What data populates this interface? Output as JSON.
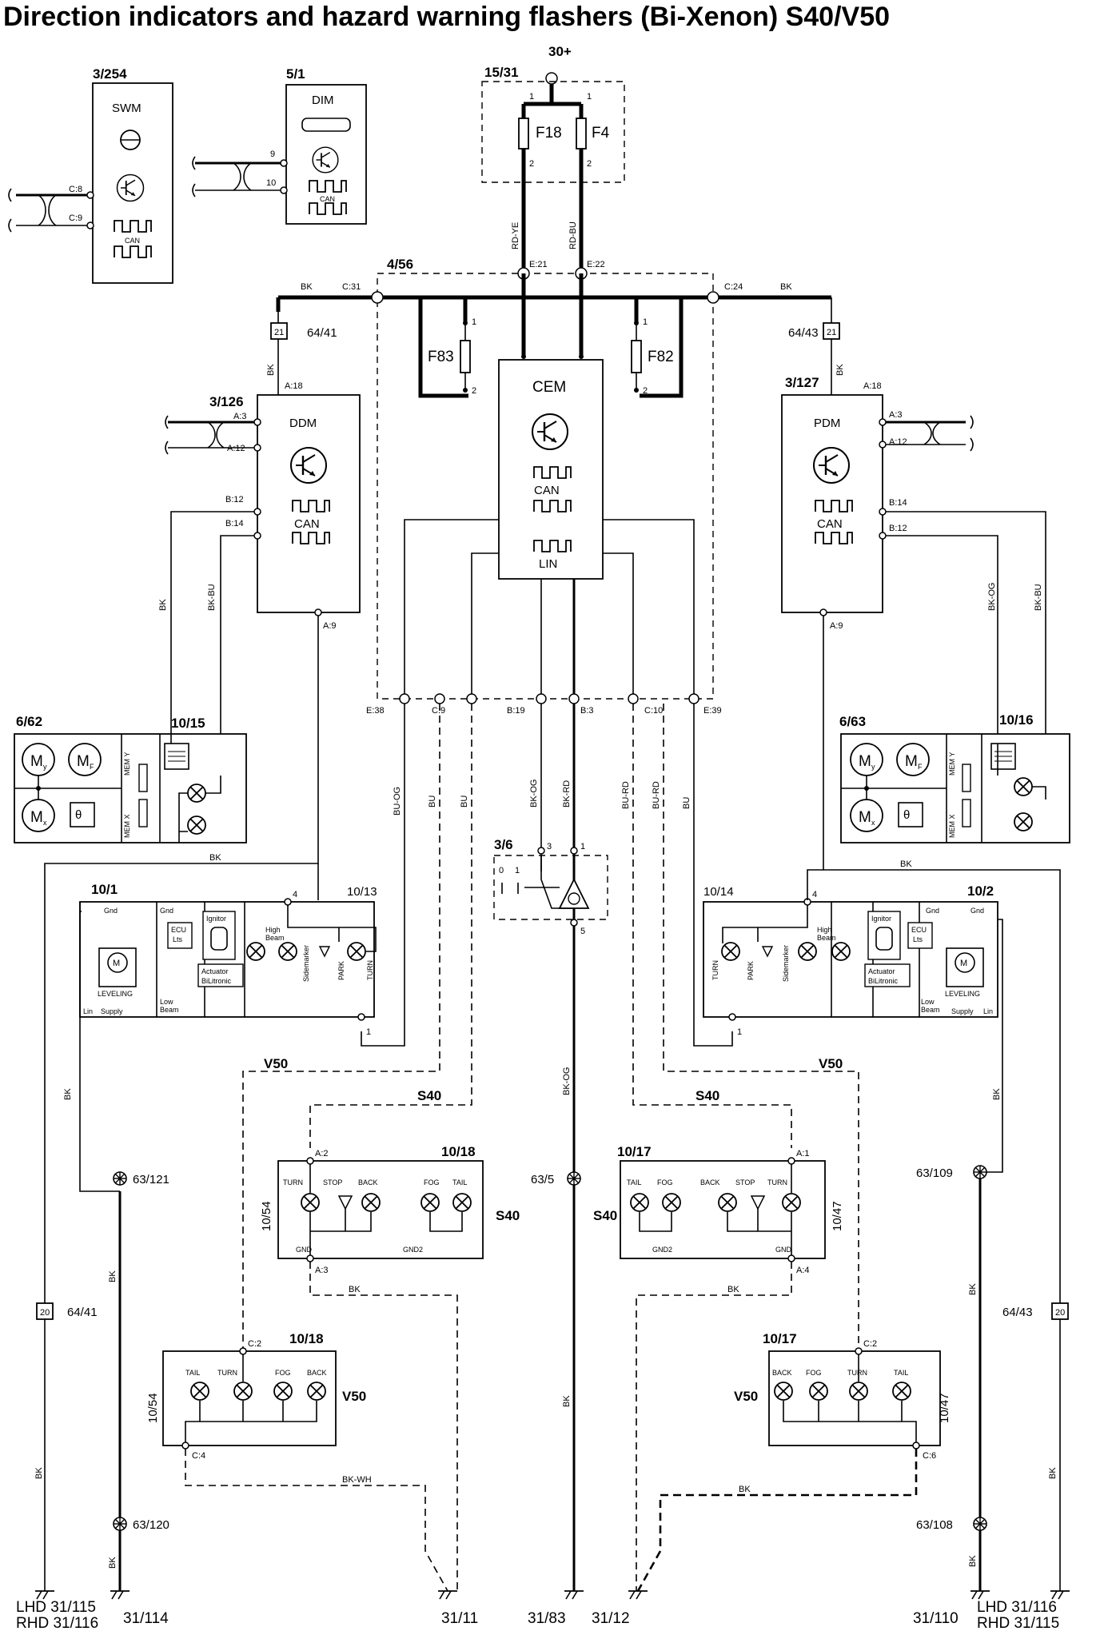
{
  "title": "Direction indicators and hazard warning flashers (Bi-Xenon) S40/V50",
  "supply": {
    "label": "30+",
    "fusebox_id": "15/31",
    "fuse_a": "F18",
    "fuse_b": "F4",
    "pin1": "1",
    "pin2": "2",
    "wire_left": "RD-YE",
    "wire_right": "RD-BU"
  },
  "swm": {
    "id": "3/254",
    "name": "SWM",
    "pin_c8": "C:8",
    "pin_c9": "C:9",
    "can": "CAN"
  },
  "dim": {
    "id": "5/1",
    "name": "DIM",
    "pin9": "9",
    "pin10": "10",
    "can": "CAN"
  },
  "cem": {
    "box_id": "4/56",
    "name": "CEM",
    "can": "CAN",
    "lin": "LIN",
    "pins": {
      "c31": "C:31",
      "c24": "C:24",
      "e21": "E:21",
      "e22": "E:22",
      "e38": "E:38",
      "c9": "C:9",
      "b19": "B:19",
      "b3": "B:3",
      "c10": "C:10",
      "e39": "E:39"
    },
    "fuse_left": "F83",
    "fuse_right": "F82",
    "p1": "1",
    "p2": "2"
  },
  "ddm": {
    "id": "3/126",
    "name": "DDM",
    "can": "CAN",
    "pin_a18": "A:18",
    "pin_a3": "A:3",
    "pin_a12": "A:12",
    "pin_b12": "B:12",
    "pin_b14": "B:14",
    "pin_a9": "A:9"
  },
  "pdm": {
    "id": "3/127",
    "name": "PDM",
    "can": "CAN",
    "pin_a18": "A:18",
    "pin_a3": "A:3",
    "pin_a12": "A:12",
    "pin_b14": "B:14",
    "pin_b12": "B:12",
    "pin_a9": "A:9"
  },
  "wires": {
    "bk": "BK",
    "bk_bu": "BK-BU",
    "bk_og": "BK-OG",
    "bu_og": "BU-OG",
    "bu": "BU",
    "bk_rd": "BK-RD",
    "bu_rd": "BU-RD",
    "bk_wh": "BK-WH"
  },
  "splices": {
    "s6441_top": "64/41",
    "s6443_top": "64/43",
    "s6441_bot": "64/41",
    "s6443_bot": "64/43",
    "n21": "21",
    "n20": "20"
  },
  "mirror_left": {
    "id": "6/62",
    "sub": "10/15",
    "my": "M",
    "my_sub": "y",
    "mf": "M",
    "mf_sub": "F",
    "mx": "M",
    "mx_sub": "x",
    "theta": "θ",
    "mem_y": "MEM Y",
    "mem_x": "MEM X"
  },
  "mirror_right": {
    "id": "6/63",
    "sub": "10/16",
    "my": "M",
    "my_sub": "y",
    "mf": "M",
    "mf_sub": "F",
    "mx": "M",
    "mx_sub": "x",
    "theta": "θ",
    "mem_y": "MEM Y",
    "mem_x": "MEM X"
  },
  "hazard": {
    "id": "3/6",
    "pin3": "3",
    "pin1": "1",
    "pin5": "5",
    "sw0": "0",
    "sw1": "1"
  },
  "headlamp_left": {
    "id": "10/1",
    "id2": "10/13",
    "pin4": "4",
    "pin1": "1",
    "gnd1": "Gnd",
    "gnd2": "Gnd",
    "ecu": "ECU",
    "lts": "Lts",
    "ignitor": "Ignitor",
    "actuator": "Actuator",
    "bilitronic": "BiLitronic",
    "high": "High",
    "beam": "Beam",
    "sidemarker": "Sidemarker",
    "park": "PARK",
    "turn": "TURN",
    "leveling": "LEVELING",
    "low": "Low",
    "beam2": "Beam",
    "lin": "Lin",
    "supply": "Supply"
  },
  "headlamp_right": {
    "id": "10/2",
    "id2": "10/14",
    "pin4": "4",
    "pin1": "1",
    "gnd1": "Gnd",
    "gnd2": "Gnd",
    "ecu": "ECU",
    "lts": "Lts",
    "ignitor": "Ignitor",
    "actuator": "Actuator",
    "bilitronic": "BiLitronic",
    "high": "High",
    "beam": "Beam",
    "sidemarker": "Sidemarker",
    "park": "PARK",
    "turn": "TURN",
    "leveling": "LEVELING",
    "low": "Low",
    "beam2": "Beam",
    "lin": "Lin",
    "supply": "Supply"
  },
  "variants": {
    "v50": "V50",
    "s40": "S40"
  },
  "tail_s40_left": {
    "id": "10/18",
    "side": "10/54",
    "pin_a2": "A:2",
    "pin_a3": "A:3",
    "gnd": "GND",
    "gnd2": "GND2",
    "turn": "TURN",
    "stop": "STOP",
    "back": "BACK",
    "fog": "FOG",
    "tail": "TAIL",
    "variant": "S40"
  },
  "tail_s40_right": {
    "id": "10/17",
    "side": "10/47",
    "pin_a1": "A:1",
    "pin_a4": "A:4",
    "gnd": "GND",
    "gnd2": "GND2",
    "turn": "TURN",
    "stop": "STOP",
    "back": "BACK",
    "fog": "FOG",
    "tail": "TAIL",
    "variant": "S40"
  },
  "tail_v50_left": {
    "id": "10/18",
    "side": "10/54",
    "pin_c2": "C:2",
    "pin_c4": "C:4",
    "tail": "TAIL",
    "turn": "TURN",
    "fog": "FOG",
    "back": "BACK",
    "variant": "V50"
  },
  "tail_v50_right": {
    "id": "10/17",
    "side": "10/47",
    "pin_c2": "C:2",
    "pin_c6": "C:6",
    "back": "BACK",
    "fog": "FOG",
    "turn": "TURN",
    "tail": "TAIL",
    "variant": "V50"
  },
  "junctions": {
    "j63121": "63/121",
    "j635": "63/5",
    "j63109": "63/109",
    "j63120": "63/120",
    "j63108": "63/108"
  },
  "grounds": {
    "lhd_l": "LHD 31/115",
    "rhd_l": "RHD 31/116",
    "g114": "31/114",
    "g11": "31/11",
    "g83": "31/83",
    "g12": "31/12",
    "g110": "31/110",
    "lhd_r": "LHD 31/116",
    "rhd_r": "RHD 31/115"
  },
  "colors": {
    "ink": "#000000",
    "paper": "#ffffff"
  }
}
